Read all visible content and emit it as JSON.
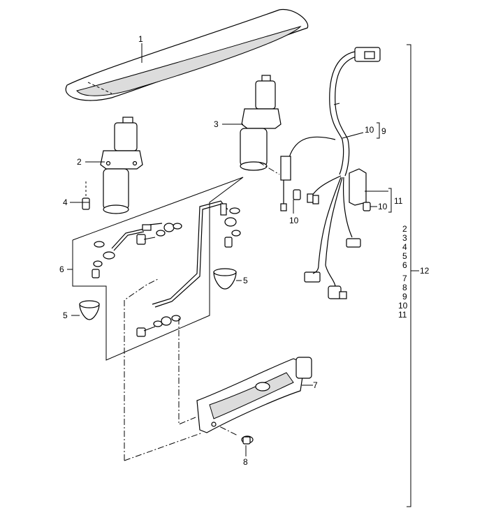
{
  "labels": {
    "l1": "1",
    "l2": "2",
    "l3": "3",
    "l4": "4",
    "l5a": "5",
    "l5b": "5",
    "l6": "6",
    "l7": "7",
    "l8": "8",
    "l9": "9",
    "l10a": "10",
    "l10b": "10",
    "l10c": "10",
    "l11": "11",
    "l12": "12"
  },
  "kit_list": [
    "2",
    "3",
    "4",
    "5",
    "6",
    "7",
    "8",
    "9",
    "10",
    "11"
  ]
}
